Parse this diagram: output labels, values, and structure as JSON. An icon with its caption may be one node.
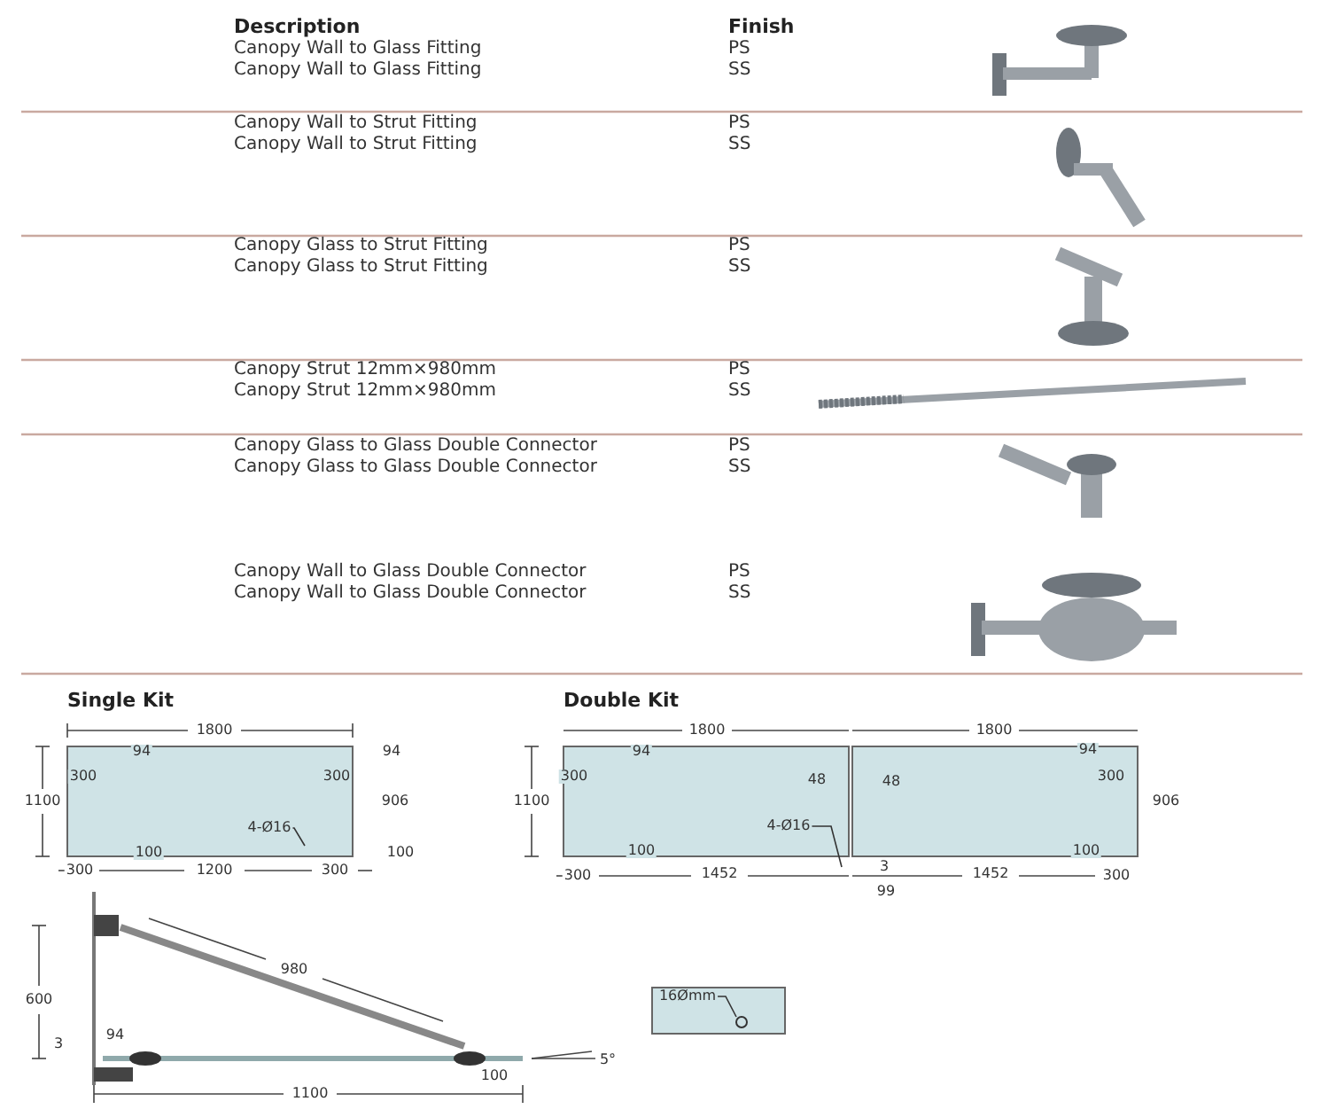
{
  "diagram": {
    "nodes": [
      {
        "text": [
          "4-Ø16"
        ]
      },
      {
        "text": [
          "4-Ø16"
        ]
      },
      {
        "text": [
          "16Ømm"
        ]
      },
      {
        "text": [],
        "shape": "circle"
      }
    ],
    "edges": [
      {
        "from": 0,
        "to": null,
        "arrow": "none"
      },
      {
        "from": 1,
        "to": null,
        "arrow": "none"
      },
      {
        "from": 2,
        "to": 3,
        "arrow": "none"
      }
    ],
    "labels": [
      "Description",
      "Finish",
      "Canopy Wall to Glass Fitting",
      "PS",
      "Canopy Wall to Glass Fitting",
      "SS",
      "Canopy Wall to Strut Fitting",
      "PS",
      "Canopy Wall to Strut Fitting",
      "SS",
      "Canopy Glass to Strut Fitting",
      "PS",
      "Canopy Glass to Strut Fitting",
      "SS",
      "Canopy Strut 12mm×980mm",
      "PS",
      "Canopy Strut 12mm×980mm",
      "SS",
      "Canopy Glass to Glass Double Connector",
      "PS",
      "Canopy Glass to Glass Double Connector",
      "SS",
      "Canopy Wall to Glass Double Connector",
      "PS",
      "Canopy Wall to Glass Double Connector",
      "SS",
      "Single Kit",
      "Double Kit",
      "1800",
      "94",
      "94",
      "300",
      "300",
      "1100",
      "906",
      "100",
      "100",
      "300",
      "1200",
      "300",
      "1800",
      "1800",
      "94",
      "94",
      "300",
      "48",
      "48",
      "300",
      "1100",
      "906",
      "100",
      "100",
      "300",
      "1452",
      "3",
      "1452",
      "300",
      "99",
      "980",
      "600",
      "3",
      "94",
      "100",
      "1100",
      "5°"
    ]
  }
}
